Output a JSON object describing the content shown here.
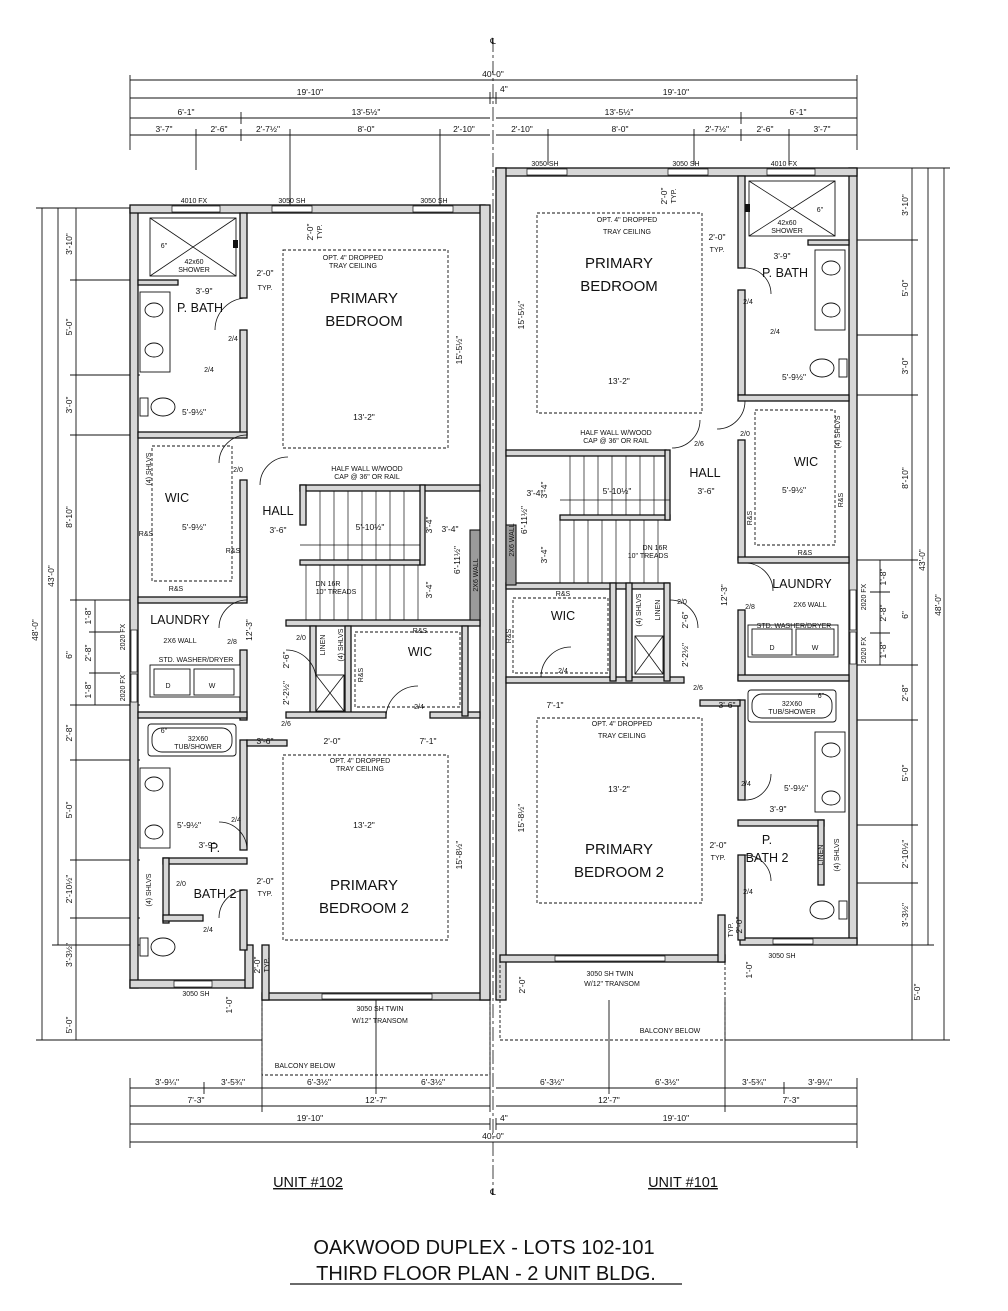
{
  "plan": {
    "overall_width": "40'-0\"",
    "party_wall": "4\"",
    "half_width": "19'-10\"",
    "overall_depth": "48'-0\"",
    "unit_depth": "43'-0\"",
    "centerline_mark": "℄",
    "top_dims_left": [
      "6'-1\"",
      "13'-5½\""
    ],
    "top_dims_right": [
      "13'-5½\"",
      "6'-1\""
    ],
    "top_sub_left": [
      "3'-7\"",
      "2'-6\"",
      "2'-7½\"",
      "8'-0\"",
      "2'-10\""
    ],
    "top_sub_right": [
      "2'-10\"",
      "8'-0\"",
      "2'-7½\"",
      "2'-6\"",
      "3'-7\""
    ],
    "bottom_sub_left": [
      "3'-9¼\"",
      "3'-5¾\"",
      "6'-3½\"",
      "6'-3½\""
    ],
    "bottom_sub_right": [
      "6'-3½\"",
      "6'-3½\"",
      "3'-5¾\"",
      "3'-9¼\""
    ],
    "bottom_mid_left": [
      "7'-3\"",
      "12'-7\""
    ],
    "bottom_mid_right": [
      "12'-7\"",
      "7'-3\""
    ],
    "left_dims": [
      "3'-10\"",
      "5'-0\"",
      "3'-0\"",
      "8'-10\"",
      "1'-8\"",
      "2'-8\"",
      "1'-8\"",
      "2'-8\"",
      "5'-0\"",
      "2'-10½\"",
      "3'-3½\"",
      "5'-0\""
    ],
    "right_dims": [
      "3'-10\"",
      "5'-0\"",
      "3'-0\"",
      "8'-10\"",
      "1'-8\"",
      "2'-8\"",
      "1'-8\"",
      "2'-8\"",
      "5'-0\"",
      "2'-10½\"",
      "3'-3½\"",
      "5'-0\""
    ],
    "left_unit": {
      "label": "UNIT #102",
      "primary_bedroom": [
        "PRIMARY",
        "BEDROOM"
      ],
      "primary_bedroom_2": [
        "PRIMARY",
        "BEDROOM 2"
      ],
      "p_bath": "P. BATH",
      "p_bath_2": [
        "P.",
        "BATH 2"
      ],
      "wic": "WIC",
      "wic2": "WIC",
      "hall": "HALL",
      "laundry": "LAUNDRY",
      "wall_2x6": "2X6 WALL",
      "washer_dryer": "STD. WASHER/DRYER",
      "dryer": "D",
      "washer": "W",
      "linen": "LINEN",
      "shlvs": "(4) SHLVS",
      "rs": "R&S",
      "shower": [
        "42x60",
        "SHOWER"
      ],
      "tub": [
        "32X60",
        "TUB/SHOWER"
      ],
      "tray_ceiling": [
        "OPT. 4\" DROPPED",
        "TRAY CEILING"
      ],
      "half_wall": [
        "HALF WALL W/WOOD",
        "CAP @ 36\" OR RAIL"
      ],
      "stairs": [
        "DN 16R",
        "10\" TREADS"
      ],
      "balcony": "BALCONY BELOW",
      "window_top_1": "4010 FX",
      "window_top_2": "3050 SH",
      "window_top_3": "3050 SH",
      "window_side_1": "2020 FX",
      "window_side_2": "2020 FX",
      "window_bottom_1": "3050 SH",
      "window_bottom_twin": [
        "3050 SH  TWIN",
        "W/12\" TRANSOM"
      ],
      "typ": "TYP.",
      "d_2_0": "2'-0\"",
      "d_13_2": "13'-2\"",
      "d_15_5": "15'-5½\"",
      "d_15_8": "15'-8½\"",
      "d_5_9": "5'-9½\"",
      "d_3_9": "3'-9\"",
      "d_3_6": "3'-6\"",
      "d_3_4": "3'-4\"",
      "d_5_10": "5'-10½\"",
      "d_6_11": "6'-11½\"",
      "d_12_3": "12'-3\"",
      "d_7_1": "7'-1\"",
      "d_2_6": "2'-6\"",
      "d_2_2": "2'-2½\"",
      "d_1_0": "1'-0\"",
      "d_6": "6\"",
      "door_2_4": "2/4",
      "door_2_0": "2/0",
      "door_2_6": "2/6",
      "door_2_8": "2/8"
    },
    "right_unit": {
      "label": "UNIT #101",
      "primary_bedroom": [
        "PRIMARY",
        "BEDROOM"
      ],
      "primary_bedroom_2": [
        "PRIMARY",
        "BEDROOM 2"
      ],
      "p_bath": "P. BATH",
      "p_bath_2": [
        "P.",
        "BATH 2"
      ],
      "wic": "WIC",
      "wic2": "WIC",
      "hall": "HALL",
      "laundry": "LAUNDRY",
      "wall_2x6": "2X6 WALL",
      "washer_dryer": "STD. WASHER/DRYER",
      "dryer": "D",
      "washer": "W",
      "linen": "LINEN",
      "shlvs": "(4) SHLVS",
      "rs": "R&S",
      "shower": [
        "42x60",
        "SHOWER"
      ],
      "tub": [
        "32X60",
        "TUB/SHOWER"
      ],
      "tray_ceiling": [
        "OPT. 4\" DROPPED",
        "TRAY CEILING"
      ],
      "half_wall": [
        "HALF WALL W/WOOD",
        "CAP @ 36\" OR RAIL"
      ],
      "stairs": [
        "DN 16R",
        "10\" TREADS"
      ],
      "balcony": "BALCONY BELOW",
      "window_top_1": "3050 SH",
      "window_top_2": "3050 SH",
      "window_top_3": "4010 FX",
      "window_side_1": "2020 FX",
      "window_side_2": "2020 FX",
      "window_bottom_1": "3050 SH",
      "window_bottom_twin": [
        "3050 SH  TWIN",
        "W/12\" TRANSOM"
      ],
      "typ": "TYP.",
      "d_2_0": "2'-0\"",
      "d_13_2": "13'-2\"",
      "d_15_5": "15'-5½\"",
      "d_15_8": "15'-8½\"",
      "d_5_9": "5'-9½\"",
      "d_3_9": "3'-9\"",
      "d_3_6": "3'-6\"",
      "d_3_4": "3'-4\"",
      "d_5_10": "5'-10½\"",
      "d_6_11": "6'-11½\"",
      "d_12_3": "12'-3\"",
      "d_7_1": "7'-1\"",
      "d_2_6": "2'-6\"",
      "d_2_2": "2'-2½\"",
      "d_1_0": "1'-0\"",
      "d_6": "6\"",
      "wall_2x6_vert": "2X6 WALL",
      "door_2_4": "2/4",
      "door_2_0": "2/0",
      "door_2_6": "2/6",
      "door_2_8": "2/8"
    },
    "left_wall_2x6_vert": "2X6 WALL",
    "title_line_1": "OAKWOOD DUPLEX  -  LOTS 102-101",
    "title_line_2": "THIRD FLOOR PLAN - 2 UNIT BLDG."
  }
}
